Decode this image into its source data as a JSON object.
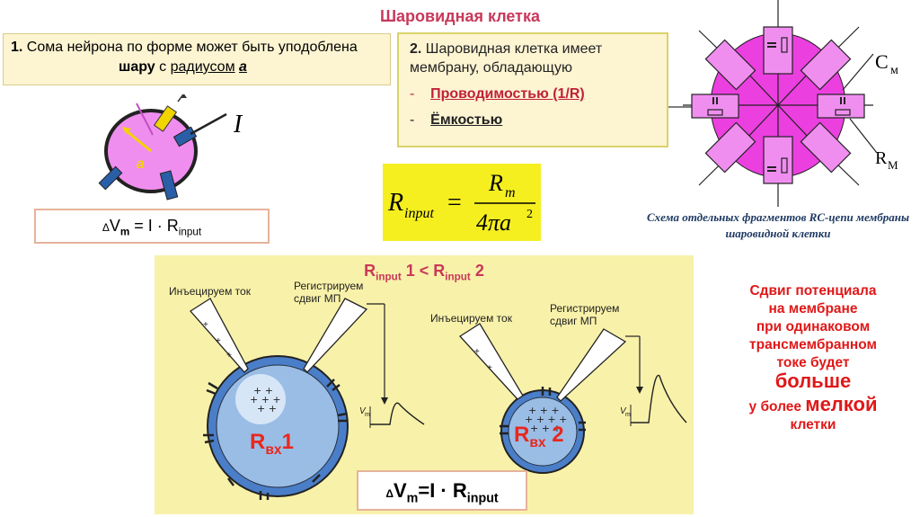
{
  "title": "Шаровидная клетка",
  "box1": {
    "num": "1.",
    "text": "Сома нейрона по форме может быть уподоблена",
    "bold": "шару",
    "mid": "с",
    "radius_ul": "радиусом",
    "a": "a"
  },
  "box2": {
    "num": "2.",
    "text": "Шаровидная клетка имеет мембрану, обладающую",
    "item1": "Проводимостью (1/R)",
    "item2": "Ёмкостью",
    "dash": "-"
  },
  "box3": {
    "delta": "Δ",
    "v": "V",
    "m": "m",
    "rest": " = I · R",
    "sub": "input"
  },
  "sphere_labels": {
    "a": "a",
    "I": "I"
  },
  "formula": {
    "R": "R",
    "input": "input",
    "eq": "=",
    "Rm": "R",
    "m": "m",
    "den": "4πa",
    "sq": "2"
  },
  "rc": {
    "cm": "C",
    "cm_sub": "м",
    "rm": "R",
    "rm_sub": "M"
  },
  "caption": "Схема отдельных фрагментов RC-цепи мембраны шаровидной клетки",
  "panel": {
    "title_r1": "R",
    "title_sub1": "input",
    "title_mid": " 1 < R",
    "title_sub2": "input",
    "title_end": " 2",
    "inject1": "Инъецируем ток",
    "record1a": "Регистрируем",
    "record1b": "сдвиг МП",
    "inject2": "Инъецируем ток",
    "record2a": "Регистрируем",
    "record2b": "сдвиг МП",
    "vm": "V",
    "vm_sub": "m",
    "rvx1": "R",
    "rvx1_sub": "вх",
    "rvx1_num": "1",
    "rvx2": "R",
    "rvx2_sub": "вх",
    "rvx2_num": " 2"
  },
  "rbox": {
    "delta": "Δ",
    "v": "V",
    "m": "m",
    "rest": "=I · R",
    "sub": "input"
  },
  "shift": {
    "l1": "Сдвиг потенциала",
    "l2": "на мембране",
    "l3": "при одинаковом",
    "l4": "трансмембранном",
    "l5": "токе будет",
    "l6": "больше",
    "l7a": "у более ",
    "l7b": "мелкой",
    "l8": "клетки"
  }
}
